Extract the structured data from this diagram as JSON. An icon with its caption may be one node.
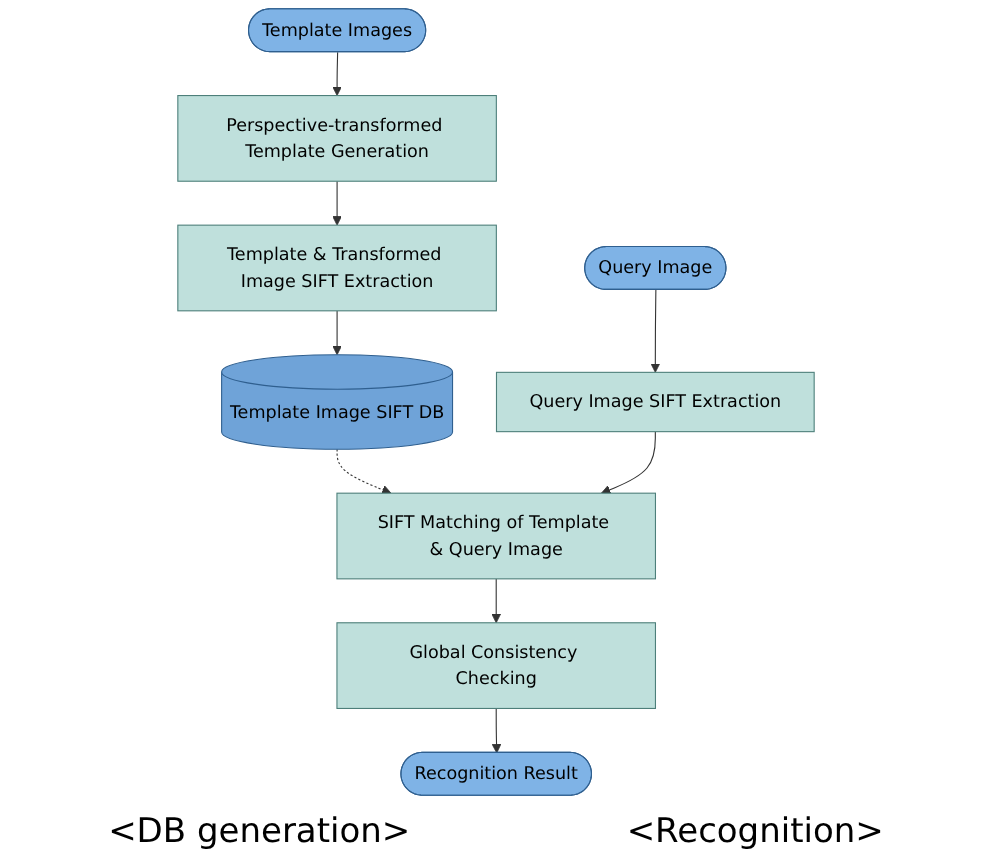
{
  "diagram": {
    "nodes": [
      {
        "text": [
          "Template Images"
        ]
      },
      {
        "text": [
          "Perspective-transformed Template Generation"
        ]
      },
      {
        "text": [
          "Template & Transformed Image SIFT Extraction"
        ]
      },
      {
        "text": [
          "Template Image SIFT DB"
        ]
      },
      {
        "text": [
          "Query Image"
        ]
      },
      {
        "text": [
          "Query Image SIFT Extraction"
        ]
      },
      {
        "text": [
          "SIFT Matching of Template & Query Image"
        ]
      },
      {
        "text": [
          "Global Consistency Checking"
        ]
      },
      {
        "text": [
          "Recognition Result"
        ]
      }
    ],
    "edges": [
      {
        "from": 0,
        "to": 1,
        "arrow": "to"
      },
      {
        "from": 1,
        "to": 2,
        "arrow": "to"
      },
      {
        "from": 2,
        "to": 3,
        "arrow": "to"
      },
      {
        "from": 3,
        "to": 6,
        "arrow": "to",
        "style": "dashed"
      },
      {
        "from": 4,
        "to": 5,
        "arrow": "to"
      },
      {
        "from": 5,
        "to": 6,
        "arrow": "to"
      },
      {
        "from": 6,
        "to": 7,
        "arrow": "to"
      },
      {
        "from": 7,
        "to": 8,
        "arrow": "to"
      }
    ],
    "labels": [
      "<DB generation>",
      "<Recognition>"
    ]
  }
}
